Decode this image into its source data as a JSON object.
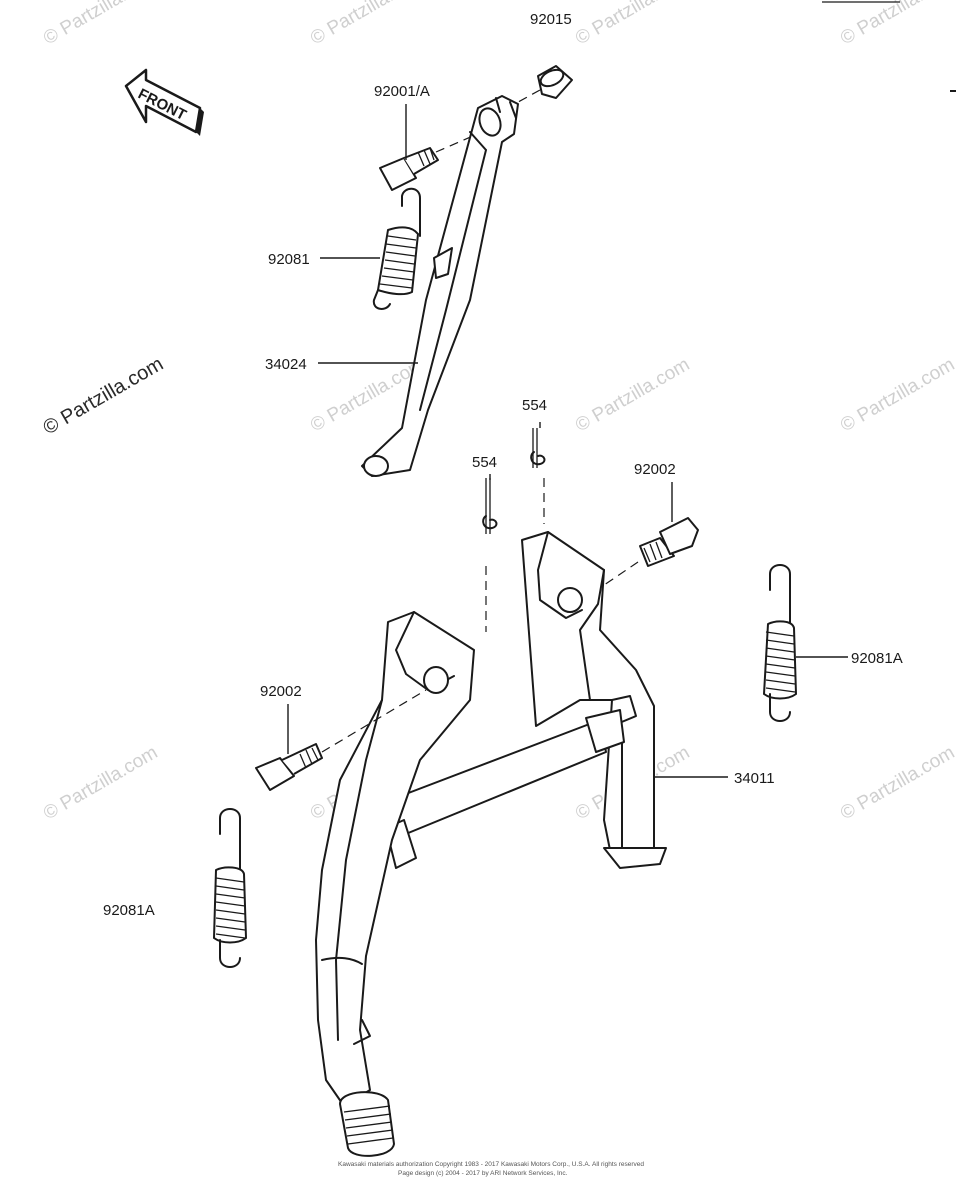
{
  "labels": {
    "p92015": "92015",
    "p92001a": "92001/A",
    "p92081": "92081",
    "p34024": "34024",
    "p554_upper": "554",
    "p554_lower": "554",
    "p92002_right": "92002",
    "p92002_left": "92002",
    "p92081a_right": "92081A",
    "p92081a_left": "92081A",
    "p34011": "34011"
  },
  "front_arrow": {
    "text": "FRONT"
  },
  "watermark": {
    "text": "© Partzilla.com"
  },
  "footer": {
    "line1": "Kawasaki materials authorization Copyright 1983 - 2017 Kawasaki Motors Corp., U.S.A.  All rights reserved",
    "line2": "Page design (c) 2004 - 2017 by ARI Network Services, Inc."
  },
  "icons": {
    "front": "front-arrow-icon"
  }
}
